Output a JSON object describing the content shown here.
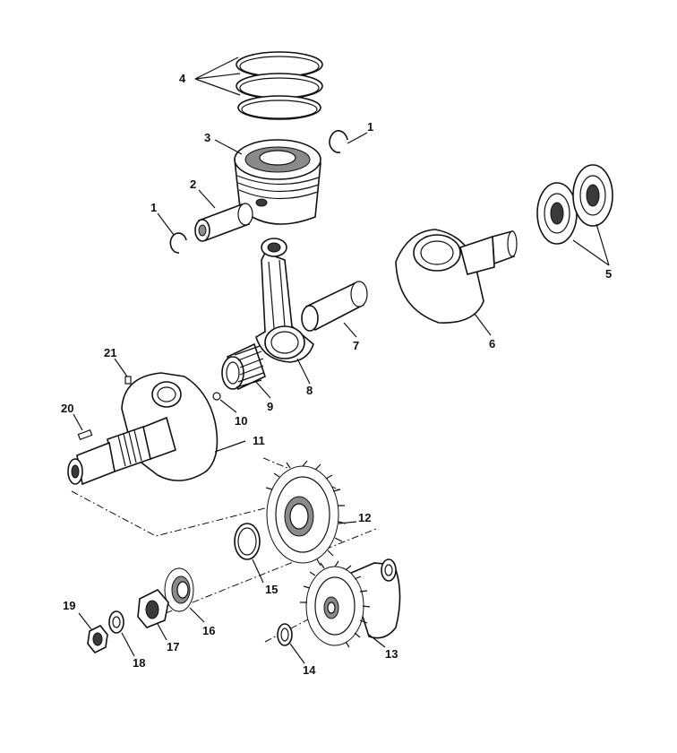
{
  "diagram": {
    "callouts": [
      {
        "id": "c1a",
        "label": "1"
      },
      {
        "id": "c1b",
        "label": "1"
      },
      {
        "id": "c2",
        "label": "2"
      },
      {
        "id": "c3",
        "label": "3"
      },
      {
        "id": "c4",
        "label": "4"
      },
      {
        "id": "c5",
        "label": "5"
      },
      {
        "id": "c6",
        "label": "6"
      },
      {
        "id": "c7",
        "label": "7"
      },
      {
        "id": "c8",
        "label": "8"
      },
      {
        "id": "c9",
        "label": "9"
      },
      {
        "id": "c10",
        "label": "10"
      },
      {
        "id": "c11",
        "label": "11"
      },
      {
        "id": "c12",
        "label": "12"
      },
      {
        "id": "c13",
        "label": "13"
      },
      {
        "id": "c14",
        "label": "14"
      },
      {
        "id": "c15",
        "label": "15"
      },
      {
        "id": "c16",
        "label": "16"
      },
      {
        "id": "c17",
        "label": "17"
      },
      {
        "id": "c18",
        "label": "18"
      },
      {
        "id": "c19",
        "label": "19"
      },
      {
        "id": "c20",
        "label": "20"
      },
      {
        "id": "c21",
        "label": "21"
      }
    ]
  }
}
